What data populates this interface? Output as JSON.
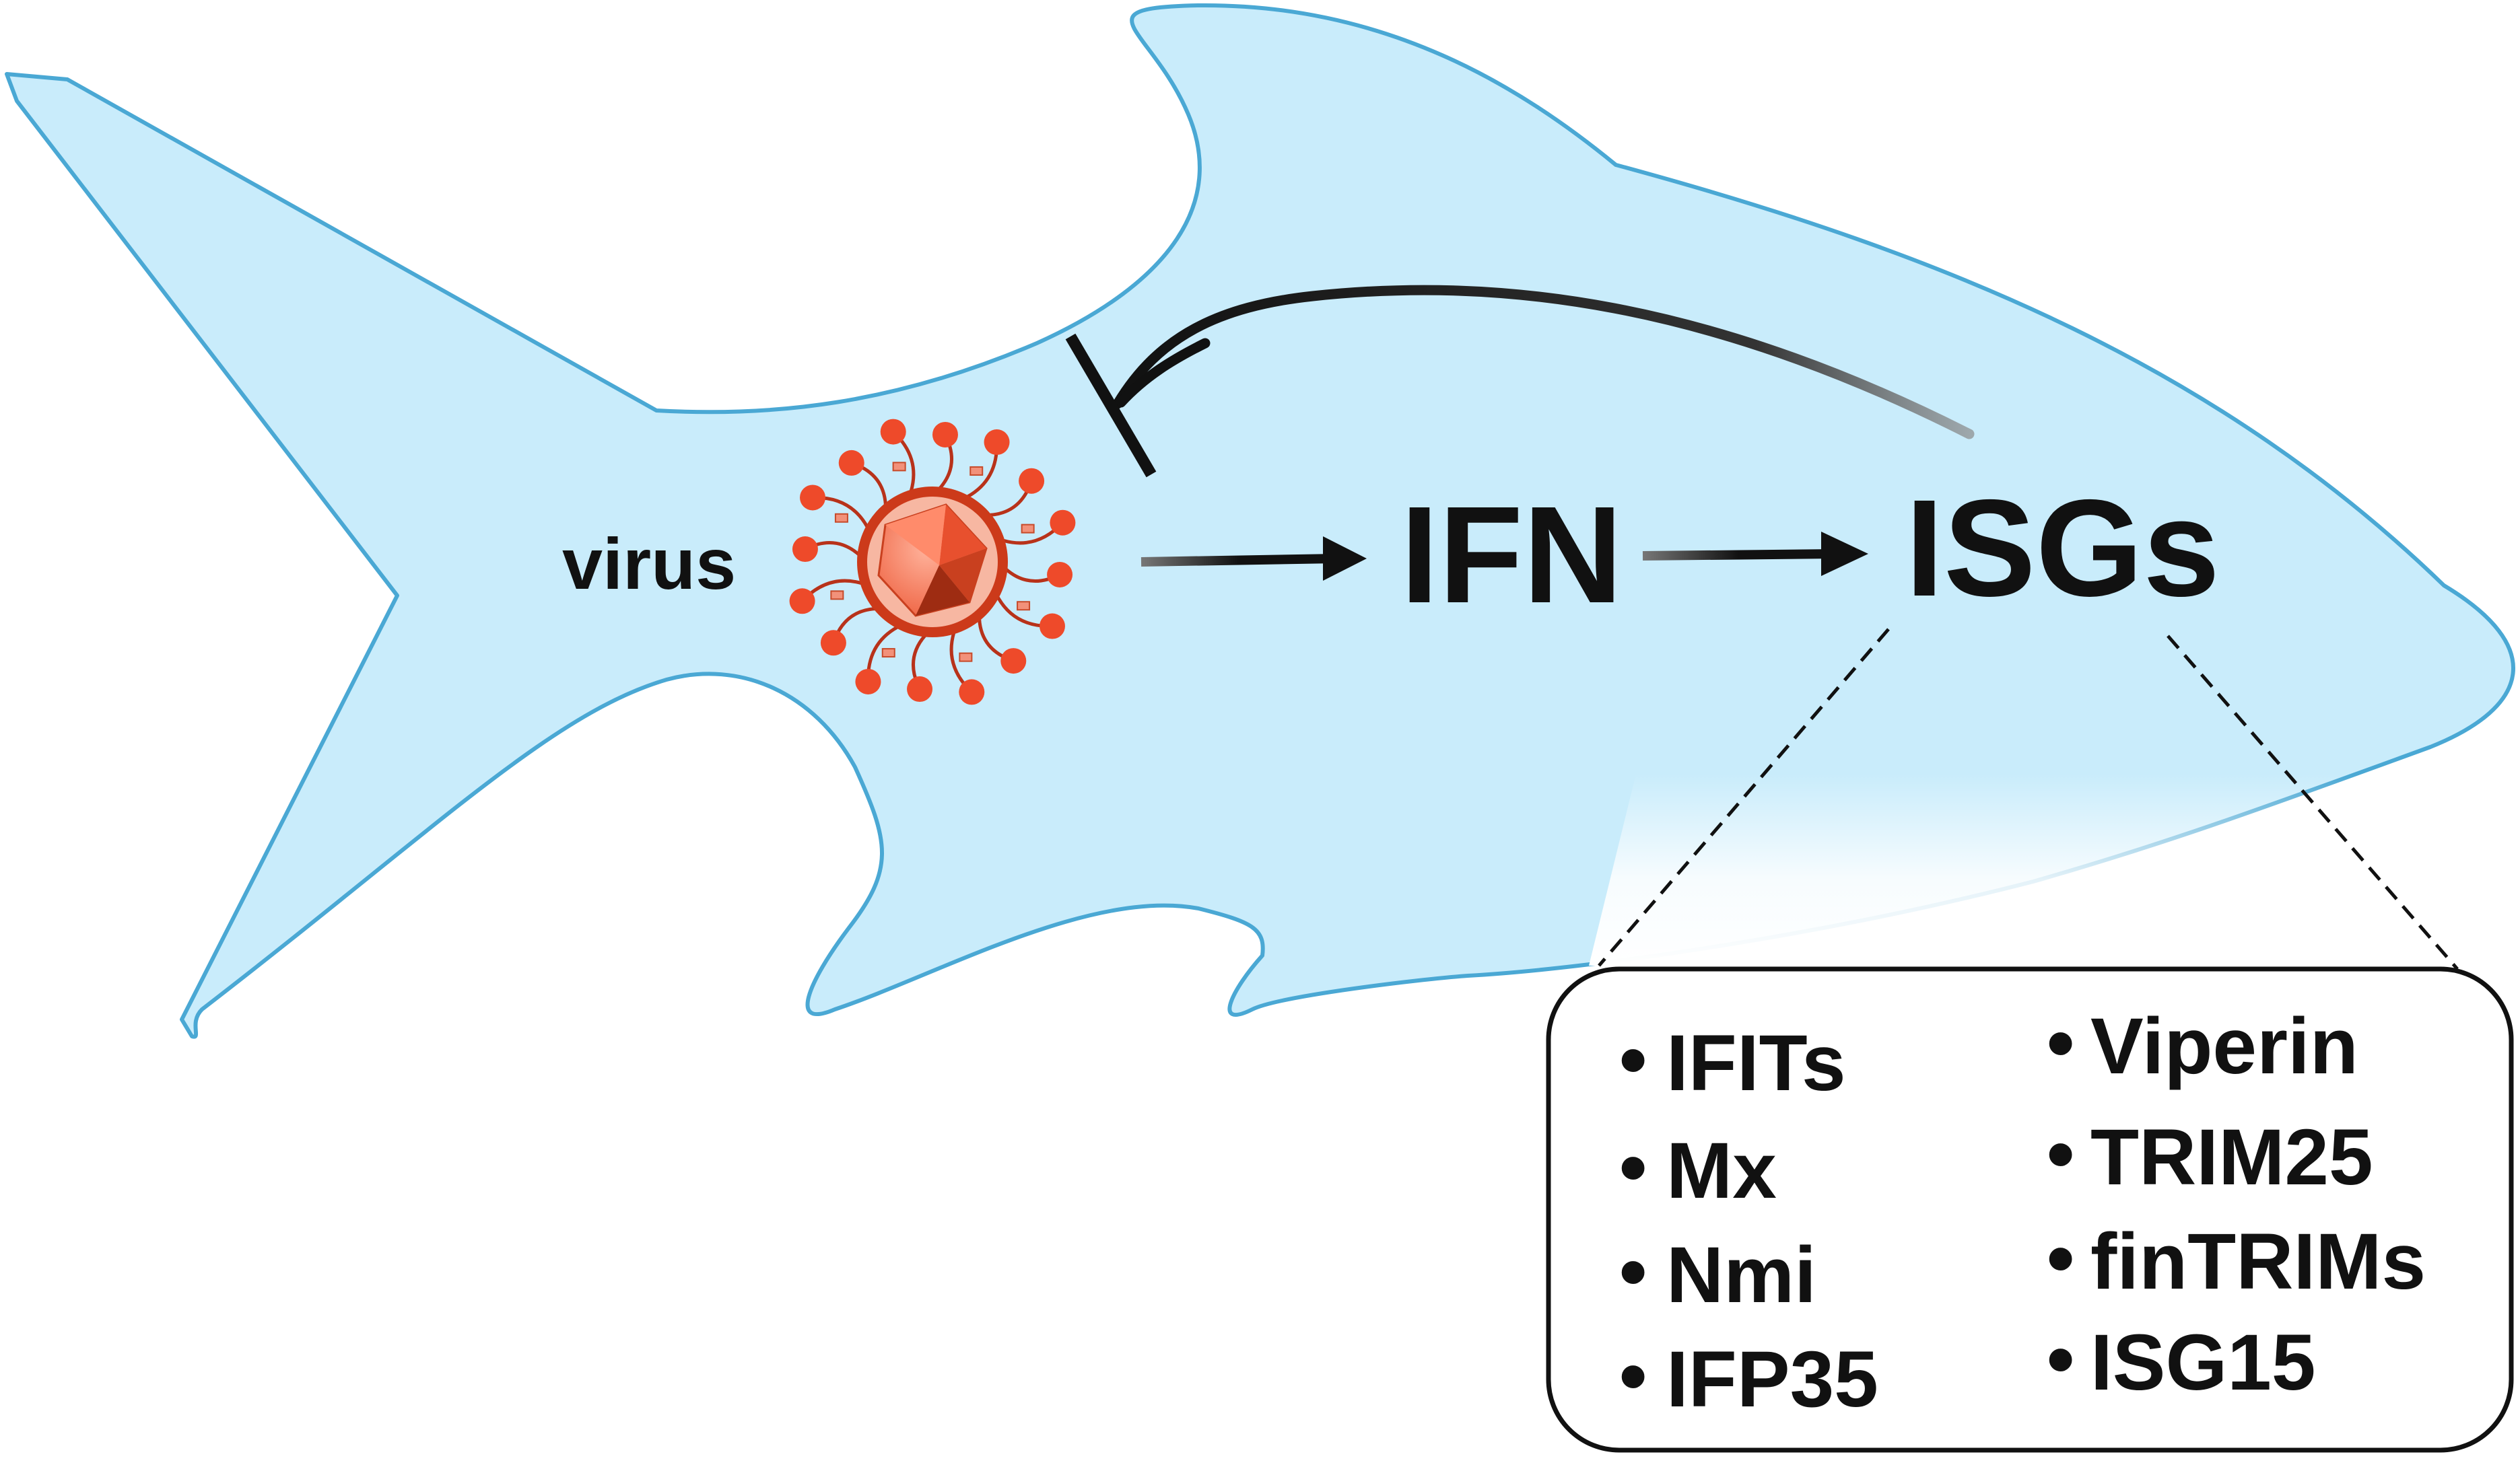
{
  "labels": {
    "virus": "virus",
    "ifn": "IFN",
    "isgs": "ISGs"
  },
  "isg_list": {
    "left": [
      "IFITs",
      "Mx",
      "Nmi",
      "IFP35"
    ],
    "right": [
      "Viperin",
      "TRIM25",
      "finTRIMs",
      "ISG15"
    ],
    "bullet": "•"
  },
  "colors": {
    "fish_fill": "#c9ecfb",
    "fish_stroke": "#4aa8d4",
    "virus_spike": "#ee4a2a",
    "virus_body": "#cc3a1a",
    "virus_core": "#ff6a45",
    "arrow": "#111111"
  }
}
